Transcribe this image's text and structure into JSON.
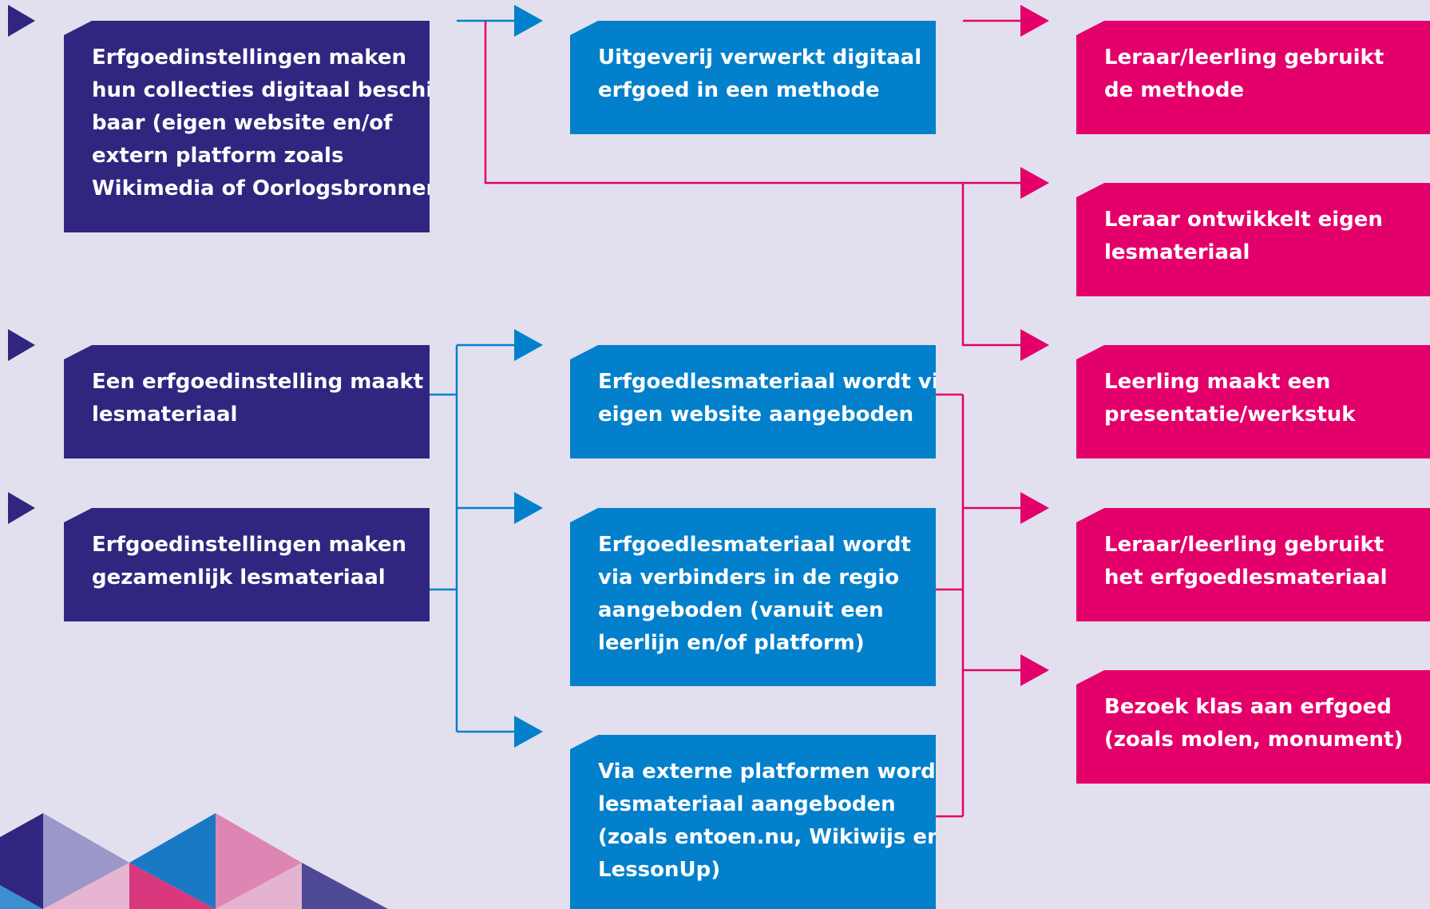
{
  "colors": {
    "background": "#e2e0ee",
    "navy": "#30267f",
    "blue": "#0280cb",
    "pink": "#e4006a"
  },
  "nodes": {
    "erfgoed_collecties": [
      "Erfgoedinstellingen maken",
      "hun collecties digitaal beschik-",
      "baar (eigen website en/of",
      "extern platform zoals",
      "Wikimedia of Oorlogsbronnen)"
    ],
    "erfgoedinstelling_lesmateriaal": [
      "Een erfgoedinstelling maakt",
      "lesmateriaal"
    ],
    "gezamenlijk_lesmateriaal": [
      "Erfgoedinstellingen maken",
      "gezamenlijk lesmateriaal"
    ],
    "uitgeverij": [
      "Uitgeverij verwerkt digitaal",
      "erfgoed in een methode"
    ],
    "eigen_website": [
      "Erfgoedlesmateriaal wordt via",
      "eigen website aangeboden"
    ],
    "verbinders_regio": [
      "Erfgoedlesmateriaal wordt",
      "via verbinders in de regio",
      "aangeboden (vanuit een",
      "leerlijn en/of platform)"
    ],
    "externe_platformen": [
      "Via externe platformen wordt",
      "lesmateriaal aangeboden",
      "(zoals entoen.nu, Wikiwijs en",
      "LessonUp)"
    ],
    "gebruikt_methode": [
      "Leraar/leerling gebruikt",
      "de methode"
    ],
    "ontwikkelt_lesmateriaal": [
      "Leraar ontwikkelt eigen",
      "lesmateriaal"
    ],
    "presentatie": [
      "Leerling maakt een",
      "presentatie/werkstuk"
    ],
    "gebruikt_erfgoedlesmateriaal": [
      "Leraar/leerling gebruikt",
      "het erfgoedlesmateriaal"
    ],
    "bezoek_klas": [
      "Bezoek klas aan erfgoed",
      "(zoals molen, monument)"
    ]
  }
}
